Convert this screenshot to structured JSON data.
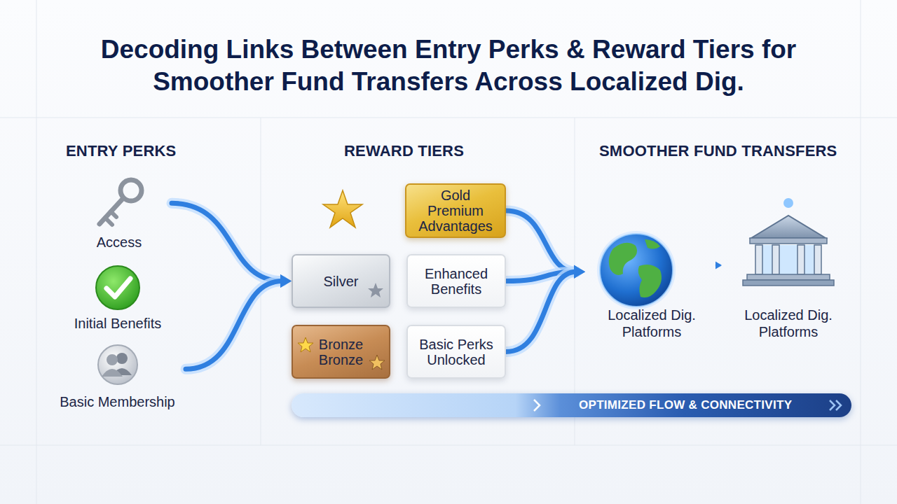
{
  "diagram": {
    "title": "Decoding Links Between Entry Perks & Reward Tiers for Smoother Fund Transfers Across Localized Dig.",
    "nodes": [
      {
        "text": [
          "Access"
        ]
      },
      {
        "text": [
          "Initial Benefits"
        ]
      },
      {
        "text": [
          "Basic Membership"
        ]
      },
      {
        "text": [
          "Gold Premium Advantages"
        ]
      },
      {
        "text": [
          "Silver"
        ]
      },
      {
        "text": [
          "Enhanced Benefits"
        ]
      },
      {
        "text": [
          "Bronze",
          "Bronze"
        ]
      },
      {
        "text": [
          "Basic Perks Unlocked"
        ]
      },
      {
        "text": [
          "Localized Dig. Platforms"
        ]
      },
      {
        "text": [
          "Localized Dig. Platforms"
        ]
      },
      {
        "text": [
          "OPTIMIZED FLOW & CONNECTIVITY"
        ]
      }
    ],
    "edges": [
      {
        "from": 0,
        "to": 4,
        "arrow": "to"
      },
      {
        "from": 2,
        "to": 4,
        "arrow": "to"
      },
      {
        "from": 3,
        "to": 8,
        "arrow": "to"
      },
      {
        "from": 5,
        "to": 8,
        "arrow": "to"
      },
      {
        "from": 7,
        "to": 8,
        "arrow": "to"
      },
      {
        "from": 8,
        "to": 9,
        "arrow": "to"
      }
    ],
    "labels": [
      "ENTRY PERKS",
      "REWARD TIERS",
      "SMOOTHER FUND TRANSFERS"
    ]
  }
}
